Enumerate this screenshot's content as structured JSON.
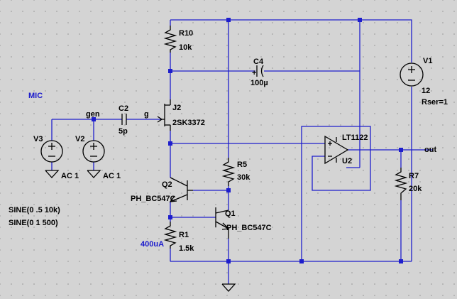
{
  "labels": {
    "mic": "MIC",
    "r10_name": "R10",
    "r10_value": "10k",
    "c4_name": "C4",
    "c4_value": "100µ",
    "v1_name": "V1",
    "v1_value": "12",
    "v1_rser": "Rser=1",
    "j2_name": "J2",
    "j2_model": "2SK3372",
    "c2_name": "C2",
    "c2_value": "5p",
    "net_gen": "gen",
    "net_g": "g",
    "net_out": "out",
    "v3_name": "V3",
    "v3_value": "AC 1",
    "v2_name": "V2",
    "v2_value": "AC 1",
    "u2_model": "LT1122",
    "u2_name": "U2",
    "r5_name": "R5",
    "r5_value": "30k",
    "r7_name": "R7",
    "r7_value": "20k",
    "q2_name": "Q2",
    "q2_model": "PH_BC547C",
    "q1_name": "Q1",
    "q1_model": "PH_BC547C",
    "r1_name": "R1",
    "r1_value": "1.5k",
    "current": "400uA",
    "sine1": "SINE(0 .5 10k)",
    "sine2": "SINE(0 1 500)"
  },
  "colors": {
    "wire": "#1e1ecc",
    "component": "#000000",
    "annotation": "#1a1acc",
    "background": "#d4d4d4"
  }
}
